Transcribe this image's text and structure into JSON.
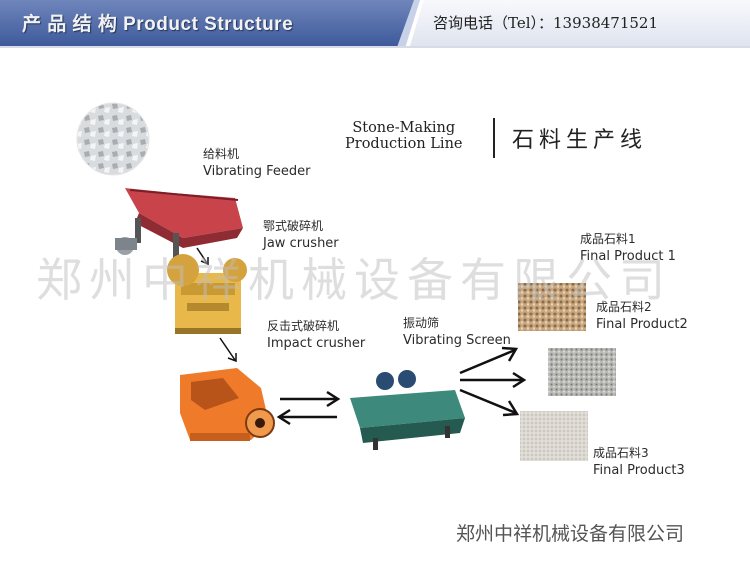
{
  "header": {
    "title": "产 品 结 构 Product Structure",
    "contact": "咨询电话（Tel）：13938471521"
  },
  "diagram": {
    "title_en_line1": "Stone-Making",
    "title_en_line2": "Production Line",
    "title_cn": "石料生产线",
    "stages": [
      {
        "cn": "给料机",
        "en": "Vibrating Feeder"
      },
      {
        "cn": "鄂式破碎机",
        "en": "Jaw crusher"
      },
      {
        "cn": "反击式破碎机",
        "en": "Impact crusher"
      },
      {
        "cn": "振动筛",
        "en": "Vibrating Screen"
      }
    ],
    "products": [
      {
        "cn": "成品石料1",
        "en": "Final Product 1"
      },
      {
        "cn": "成品石料2",
        "en": "Final Product2"
      },
      {
        "cn": "成品石料3",
        "en": "Final Product3"
      }
    ]
  },
  "watermark": "郑州中祥机械设备有限公司",
  "footer": "郑州中祥机械设备有限公司",
  "colors": {
    "header_blue": "#4a64a3",
    "machine_orange": "#ee7a2a",
    "machine_yellow": "#e9b84a",
    "feeder_red": "#c8434a",
    "screen_teal": "#3d8a7c"
  }
}
